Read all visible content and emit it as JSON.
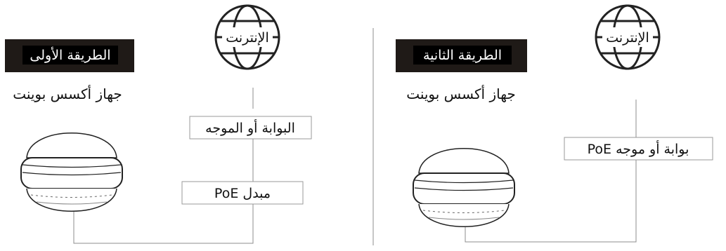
{
  "colors": {
    "line": "#8c8c8c",
    "badge_bg": "#1f1a17",
    "badge_text": "#ffffff",
    "text": "#111111",
    "device_stroke": "#222222"
  },
  "icons": {
    "globe": "globe-icon",
    "access_point": "access-point-icon"
  },
  "method1": {
    "badge": "الطريقة الأولى",
    "internet": "الإنترنت",
    "device_label": "جهاز أكسس بوينت",
    "gateway_label": "البوابة أو الموجه",
    "switch_label": "مبدل PoE"
  },
  "method2": {
    "badge": "الطريقة الثانية",
    "internet": "الإنترنت",
    "device_label": "جهاز أكسس بوينت",
    "gateway_label": "بوابة أو موجه PoE"
  }
}
